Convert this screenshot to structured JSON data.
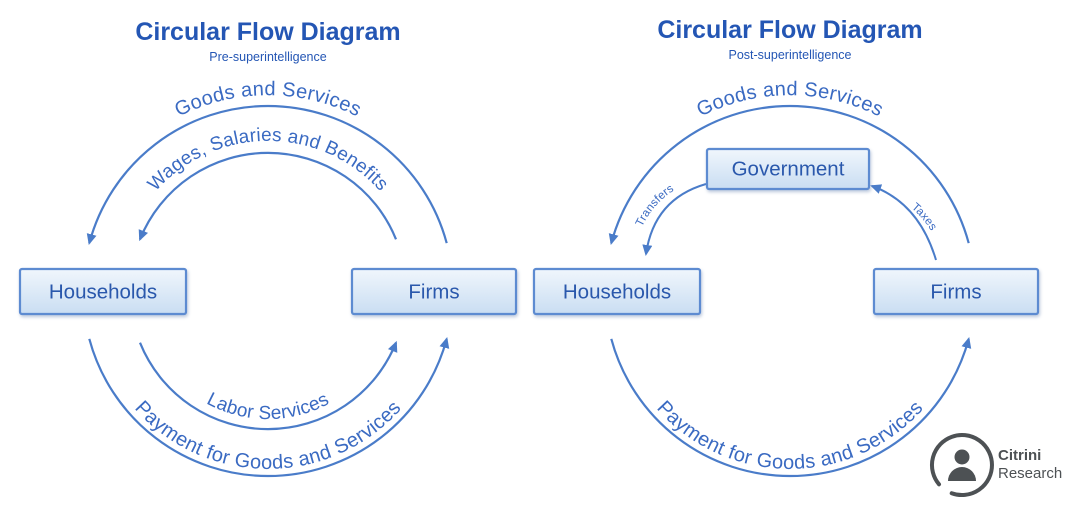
{
  "colors": {
    "background": "#ffffff",
    "title": "#2456b4",
    "subtitle": "#2456b4",
    "curve_text": "#3a6ac2",
    "arc": "#4a7cc9",
    "box_border": "#5d8bd1",
    "box_fill_top": "#f0f6fc",
    "box_fill_bottom": "#c9ddf2",
    "box_text": "#2a58ac",
    "logo": "#4d5154"
  },
  "left_diagram": {
    "title": "Circular Flow Diagram",
    "subtitle": "Pre-superintelligence",
    "nodes": {
      "households": "Households",
      "firms": "Firms"
    },
    "flows": {
      "goods_services": "Goods and Services",
      "wages": "Wages, Salaries and Benefits",
      "labor": "Labor Services",
      "payment": "Payment for Goods and Services"
    }
  },
  "right_diagram": {
    "title": "Circular Flow Diagram",
    "subtitle": "Post-superintelligence",
    "nodes": {
      "households": "Households",
      "firms": "Firms",
      "government": "Government"
    },
    "flows": {
      "goods_services": "Goods and Services",
      "transfers": "Transfers",
      "taxes": "Taxes",
      "payment": "Payment for Goods and Services"
    }
  },
  "logo": {
    "name": "Citrini",
    "line2": "Research"
  }
}
